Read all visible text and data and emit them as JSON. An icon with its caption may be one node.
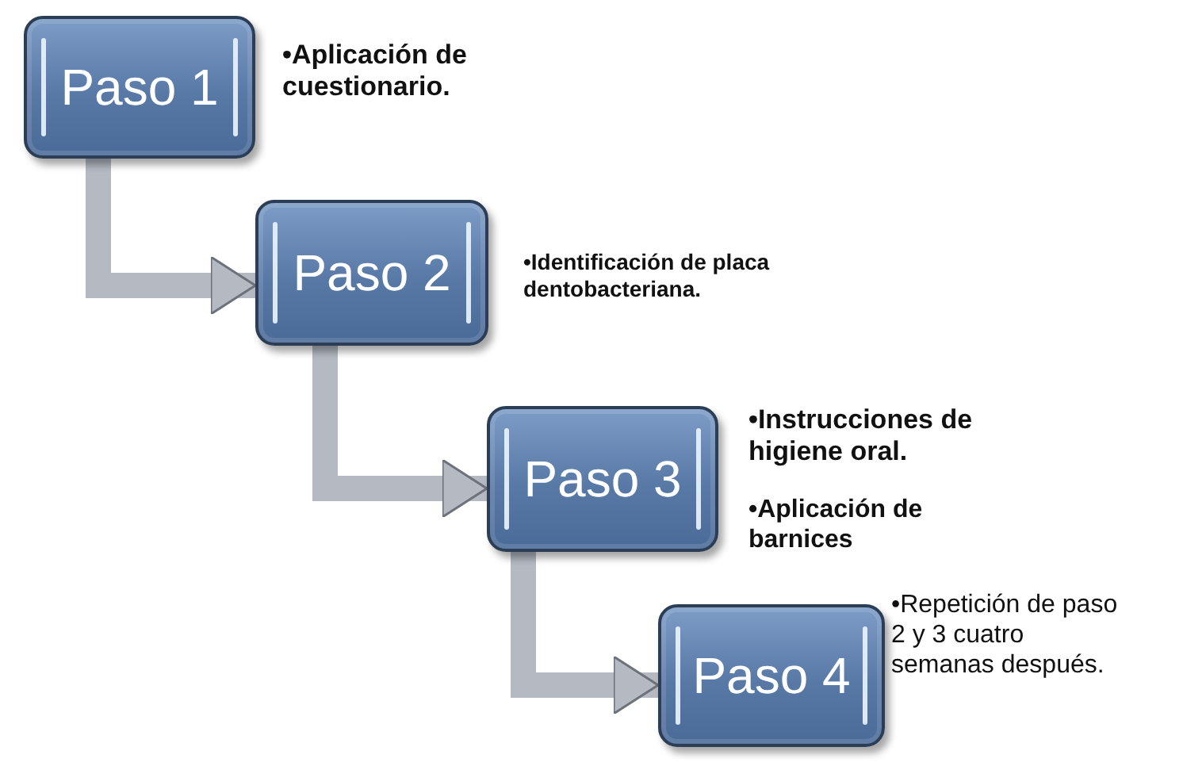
{
  "diagram": {
    "nodes": [
      {
        "text": [
          "Paso 1"
        ],
        "beside": [
          "•Aplicación de cuestionario."
        ]
      },
      {
        "text": [
          "Paso 2"
        ],
        "beside": [
          "•Identificación de placa dentobacteriana."
        ]
      },
      {
        "text": [
          "Paso 3"
        ],
        "beside": [
          "•Instrucciones de higiene oral.",
          "•Aplicación de barnices"
        ]
      },
      {
        "text": [
          "Paso 4"
        ],
        "beside": [
          "•Repetición de paso 2 y 3 cuatro semanas después."
        ]
      }
    ],
    "edges": [
      {
        "from": 0,
        "to": 1,
        "arrow": "to"
      },
      {
        "from": 1,
        "to": 2,
        "arrow": "to"
      },
      {
        "from": 2,
        "to": 3,
        "arrow": "to"
      }
    ]
  }
}
